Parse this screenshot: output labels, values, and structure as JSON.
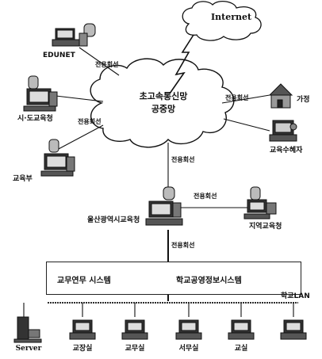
{
  "diagram": {
    "internet_label": "Internet",
    "core_network_line1": "초고속통신망",
    "core_network_line2": "공중망",
    "dedicated_line_label": "전용회선",
    "nodes": {
      "edunet": "EDUNET",
      "city_office": "시·도교육청",
      "ministry": "교육부",
      "home": "가정",
      "beneficiary": "교육수혜자",
      "ulsan_office": "울산광역시교육청",
      "local_office": "지역교육청"
    },
    "systems": {
      "academic": "교무연무 시스템",
      "admin": "학교공영정보시스템"
    },
    "lan_label": "학교LAN",
    "terminals": [
      "Server",
      "교장실",
      "교무실",
      "서무실",
      "교실"
    ]
  }
}
